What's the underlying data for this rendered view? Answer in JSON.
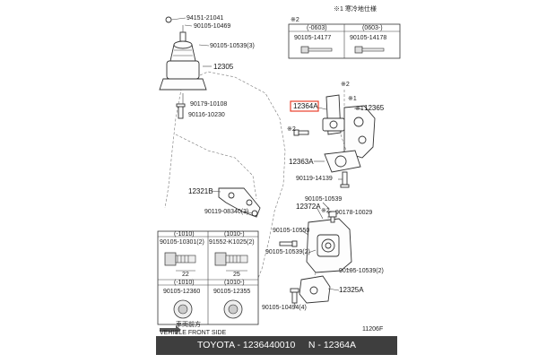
{
  "callouts": {
    "p94151": "94151-21041",
    "p90105_10469": "90105-10469",
    "p90105_10539_3": "90105-10539(3)",
    "p12305": "12305",
    "p90179": "90179-10108",
    "p90116": "90116-10230",
    "p12364a": "12364A",
    "p12365": "12365",
    "p12363a": "12363A",
    "p90119_14139": "90119-14139",
    "p12321b": "12321B",
    "p90119_08340": "90119-08340(3)",
    "p90105_10539_b": "90105-10539",
    "p12372a": "12372A",
    "p90178": "90178-10029",
    "p90105_10550": "90105-10550",
    "p90105_10539_2a": "90105-10539(2)",
    "p90105_10539_2b": "90105-10539(2)",
    "p12325a": "12325A",
    "p90105_10494": "90105-10494(4)"
  },
  "notes": {
    "top_note": "※1 寒冷地仕様",
    "star2_a": "※2",
    "star1_a": "※1",
    "star2_b": "※2",
    "star1_b": "※1",
    "star2_c": "※2",
    "star2_d": "※2"
  },
  "inset_top": {
    "h_left": "(-0603)",
    "h_right": "(0603-)",
    "left_part": "90105-14177",
    "right_part": "90105-14178"
  },
  "inset_bottom": {
    "c1_header": "(-1010)",
    "c2_header": "(1010-)",
    "c1_part": "90105-10301(2)",
    "c2_part": "91552-K1025(2)",
    "c1_dim": "22",
    "c2_dim": "25",
    "c3_header": "(-1010)",
    "c4_header": "(1010-)",
    "c3_part": "90105-12360",
    "c4_part": "90105-12355"
  },
  "front_indicator": {
    "jp": "車両前方",
    "en": "VEHICLE FRONT SIDE"
  },
  "figure_code": "11206F",
  "footer": "TOYOTA - 1236440010     N - 12364A",
  "colors": {
    "highlight": "#e8402b",
    "footer_bg": "#3e3e3e"
  }
}
